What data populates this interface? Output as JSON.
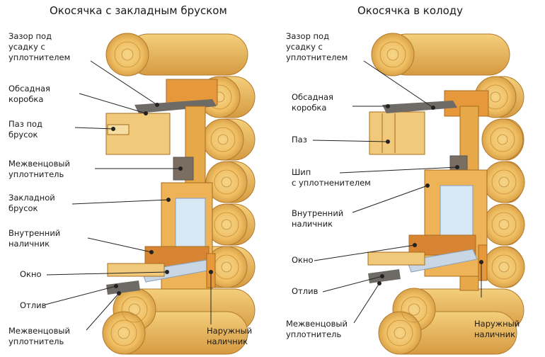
{
  "left": {
    "title": "Окосячка с закладным бруском",
    "labels": {
      "gap": [
        "Зазор под",
        "усадку с",
        "уплотнителем"
      ],
      "casing": [
        "Обсадная",
        "коробка"
      ],
      "groove": [
        "Паз под",
        "брусок"
      ],
      "sealant": [
        "Межвенцовый",
        "уплотнитель"
      ],
      "bar": [
        "Закладной",
        "брусок"
      ],
      "inner_trim": [
        "Внутренний",
        "наличник"
      ],
      "window": [
        "Окно"
      ],
      "sill": [
        "Отлив"
      ],
      "sealant_bottom": [
        "Межвенцовый",
        "уплотнитель"
      ],
      "outer_trim": [
        "Наружный",
        "наличник"
      ]
    }
  },
  "right": {
    "title": "Окосячка в колоду",
    "labels": {
      "gap": [
        "Зазор под",
        "усадку с",
        "уплотнителем"
      ],
      "casing": [
        "Обсадная",
        "коробка"
      ],
      "groove": [
        "Паз"
      ],
      "tenon": [
        "Шип",
        "с уплотненителем"
      ],
      "inner_trim": [
        "Внутренний",
        "наличник"
      ],
      "window": [
        "Окно"
      ],
      "sill": [
        "Отлив"
      ],
      "sealant_bottom": [
        "Межвенцовый",
        "уплотнитель"
      ],
      "outer_trim": [
        "Наружный",
        "наличник"
      ]
    }
  },
  "colors": {
    "log": "#f2c46a",
    "log_shade": "#d9a24a",
    "ring": "#b47a2c",
    "frame": "#e8a23c",
    "frame_dark": "#c8781e",
    "glass": "#d8e7f4",
    "seal": "#6e6a66",
    "leader": "#222222"
  }
}
